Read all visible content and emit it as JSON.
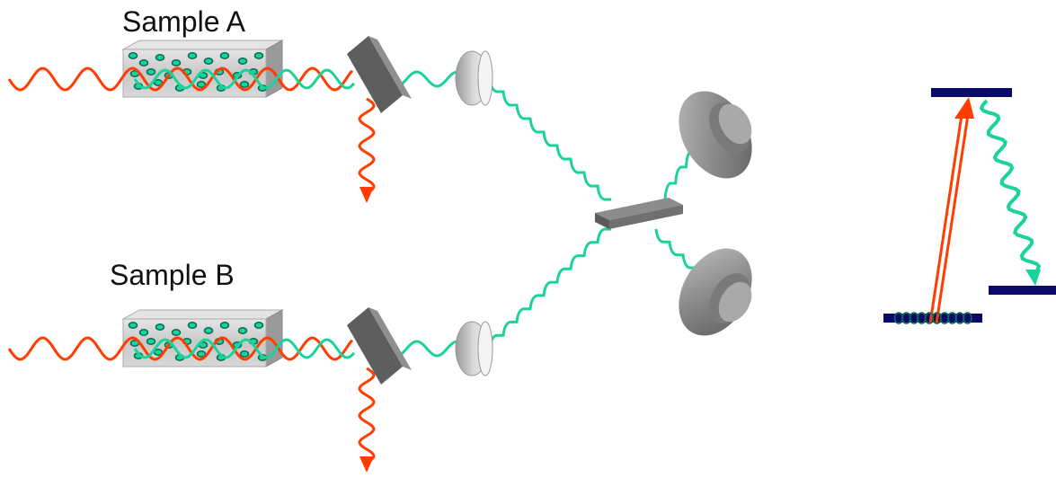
{
  "labels": {
    "sample_a": "Sample A",
    "sample_b": "Sample B"
  },
  "colors": {
    "pump_wave": "#ff3d00",
    "emission_wave": "#19d39a",
    "level_bar": "#0a0a6a",
    "sample_box": "#bdbdbd",
    "optic_dark": "#6d6d6d",
    "molecule": "#0b6b55"
  },
  "icons": {
    "samples": "molecule-sample-cell",
    "filters": "dichroic-mirror",
    "lenses": "lens",
    "beamsplitter": "beamsplitter",
    "detectors": "detector",
    "levels": "energy-level-diagram"
  }
}
